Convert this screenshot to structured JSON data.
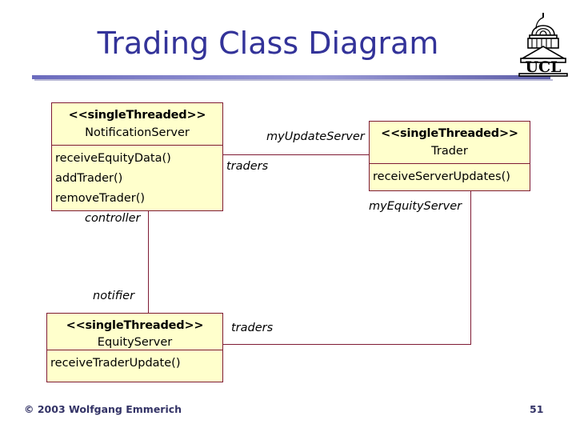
{
  "slide": {
    "title": "Trading Class Diagram",
    "page_number": "51",
    "copyright": "© 2003 Wolfgang Emmerich",
    "logo_text": "UCL",
    "accent_color": "#333399",
    "class_fill_color": "#ffffcc",
    "class_border_color": "#7f1a33"
  },
  "classes": [
    {
      "id": "notification-server",
      "stereotype": "<<singleThreaded>>",
      "name": "NotificationServer",
      "operations": [
        "receiveEquityData()",
        "addTrader()",
        "removeTrader()"
      ]
    },
    {
      "id": "trader",
      "stereotype": "<<singleThreaded>>",
      "name": "Trader",
      "operations": [
        "receiveServerUpdates()"
      ]
    },
    {
      "id": "equity-server",
      "stereotype": "<<singleThreaded>>",
      "name": "EquityServer",
      "operations": [
        "receiveTraderUpdate()"
      ]
    }
  ],
  "associations": [
    {
      "id": "notificationserver-trader",
      "from": "NotificationServer",
      "to": "Trader",
      "from_role": "traders",
      "to_role": "myUpdateServer"
    },
    {
      "id": "notificationserver-equityserver",
      "from": "NotificationServer",
      "to": "EquityServer",
      "from_role": "controller",
      "to_role": "notifier"
    },
    {
      "id": "equityserver-trader",
      "from": "EquityServer",
      "to": "Trader",
      "from_role": "traders",
      "to_role": "myEquityServer"
    }
  ],
  "role_labels": {
    "my_update_server": "myUpdateServer",
    "traders_top": "traders",
    "controller": "controller",
    "notifier": "notifier",
    "my_equity_server": "myEquityServer",
    "traders_bottom": "traders"
  }
}
